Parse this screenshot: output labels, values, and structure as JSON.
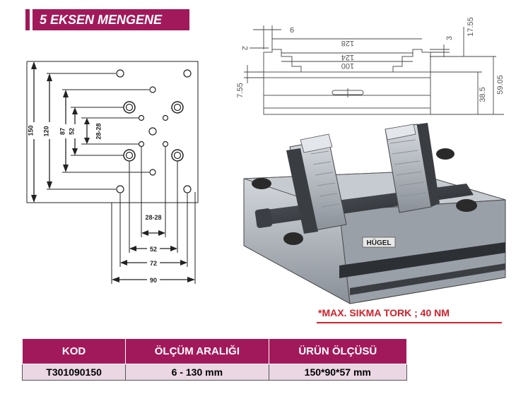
{
  "title": "5 EKSEN MENGENE",
  "colors": {
    "brand": "#a2195b",
    "red": "#d3202a",
    "line": "#222222"
  },
  "hole_diagram": {
    "dim_150": "150",
    "dim_120": "120",
    "dim_87": "87",
    "dim_52": "52",
    "dim_28_28": "28-28",
    "bottom_28_28": "28-28",
    "bottom_52": "52",
    "bottom_72": "72",
    "bottom_90": "90"
  },
  "drawing": {
    "dim_6": "6",
    "dim_2": "2",
    "dim_128": "128",
    "dim_124": "124",
    "dim_100": "100",
    "dim_3": "3",
    "dim_17_55": "17.55",
    "dim_7_55": "7.55",
    "dim_38_5": "38.5",
    "dim_59_05": "59.05"
  },
  "photo": {
    "brand_label": "HÜGEL"
  },
  "note": "*MAX. SIKMA TORK  ;  40 NM",
  "table": {
    "headers": [
      "KOD",
      "ÖLÇÜM ARALIĞI",
      "ÜRÜN ÖLÇÜSÜ"
    ],
    "row": [
      "T301090150",
      "6 - 130 mm",
      "150*90*57 mm"
    ]
  }
}
